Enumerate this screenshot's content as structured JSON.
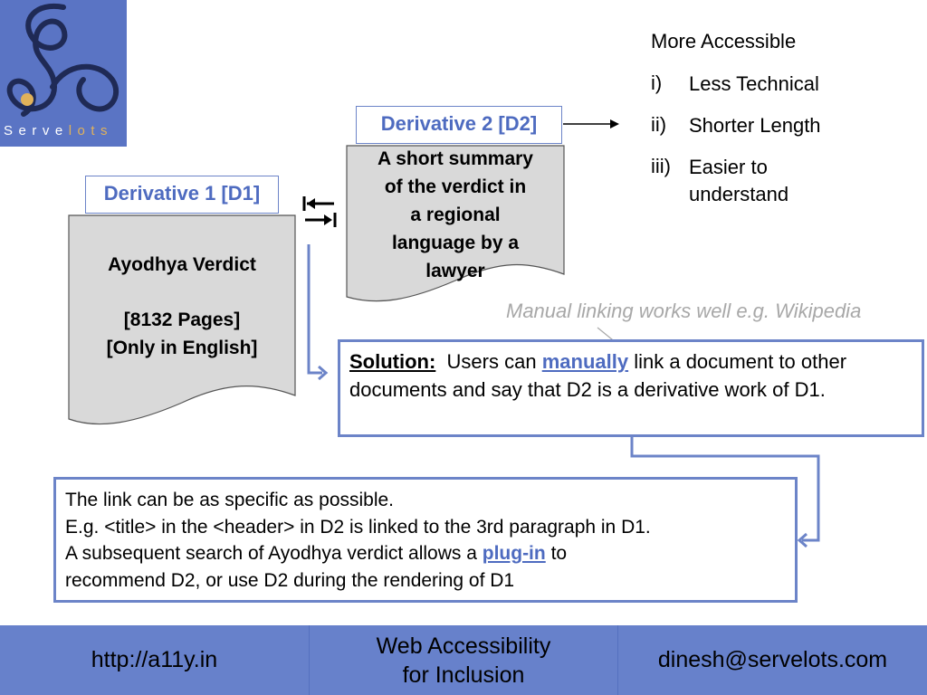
{
  "logo": {
    "wordmark_plain": "Serve",
    "wordmark_highlight": "lots",
    "background": "#5a74c4",
    "accent": "#e1b25a"
  },
  "derivative2": {
    "label": "Derivative 2 [D2]",
    "summary_lines": [
      "A short summary",
      "of the verdict in",
      "a regional",
      "language by a",
      "lawyer"
    ]
  },
  "derivative1": {
    "label": "Derivative 1 [D1]",
    "title": "Ayodhya Verdict",
    "pages": "[8132 Pages]",
    "language": "[Only in English]"
  },
  "accessibility": {
    "heading": "More Accessible",
    "items": [
      {
        "num": "i)",
        "text": "Less Technical"
      },
      {
        "num": "ii)",
        "text": "Shorter Length"
      },
      {
        "num": "iii)",
        "text": "Easier to understand"
      }
    ]
  },
  "annotation": "Manual linking works well e.g. Wikipedia",
  "solution": {
    "label": "Solution:",
    "text_before": "Users can",
    "link_word": "manually",
    "text_after": "link a document to other documents and say that D2 is a derivative work of D1."
  },
  "link_box": {
    "line1": "The link can be as specific as possible.",
    "line2": "E.g. <title> in the <header> in D2 is linked to the 3rd paragraph in D1.",
    "line3_before": "A subsequent search of Ayodhya verdict allows a",
    "line3_link": "plug-in",
    "line3_after": "to",
    "line4": "recommend D2, or use D2 during the rendering of D1"
  },
  "footer": {
    "left": "http://a11y.in",
    "middle_line1": "Web Accessibility",
    "middle_line2": "for Inclusion",
    "right": "dinesh@servelots.com"
  },
  "colors": {
    "accent_blue": "#4e6bc0",
    "border_blue": "#6c84c8",
    "footer_bg": "#6781cb",
    "doc_fill": "#d9d9d9",
    "annotation_gray": "#a8a8a8"
  },
  "icons": [
    "servelots-logo",
    "arrow-right-icon",
    "swap-arrows-icon"
  ]
}
